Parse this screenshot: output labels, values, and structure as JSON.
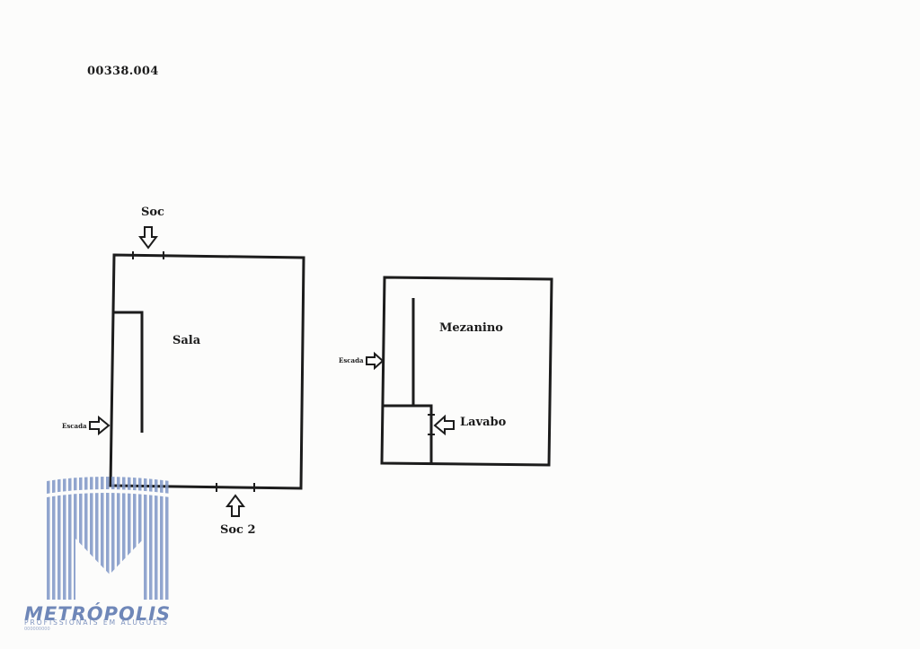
{
  "document": {
    "code": "00338.004"
  },
  "plan_left": {
    "room_label": "Sala",
    "top_arrow_label": "Soc",
    "bottom_arrow_label": "Soc 2",
    "left_arrow_label": "Escada"
  },
  "plan_right": {
    "room_label": "Mezanino",
    "left_arrow_label": "Escada",
    "inner_arrow_label": "Lavabo"
  },
  "watermark": {
    "brand": "METRÓPOLIS",
    "tagline": "PROFISSIONAIS EM ALUGUEIS",
    "small_text": "000000000",
    "color": "#6f87b8"
  }
}
